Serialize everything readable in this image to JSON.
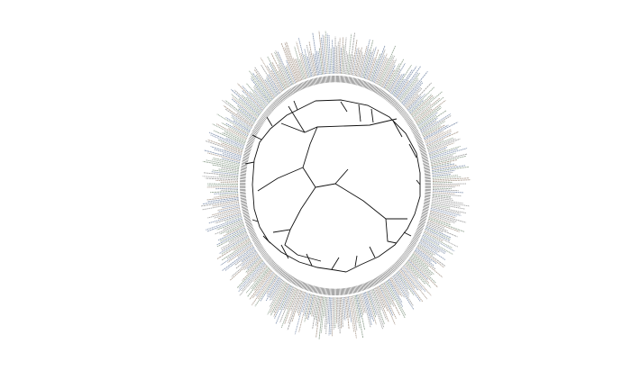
{
  "figure": {
    "type": "circular-phylogenetic-tree",
    "layout": "unrooted-circular",
    "leaf_count_estimate": 520,
    "leaf_labels_legible": false,
    "label_colors": [
      "#6b7fa0",
      "#8a8a8a",
      "#9a8878",
      "#7a8f7a"
    ],
    "branch_color": "#111111"
  }
}
